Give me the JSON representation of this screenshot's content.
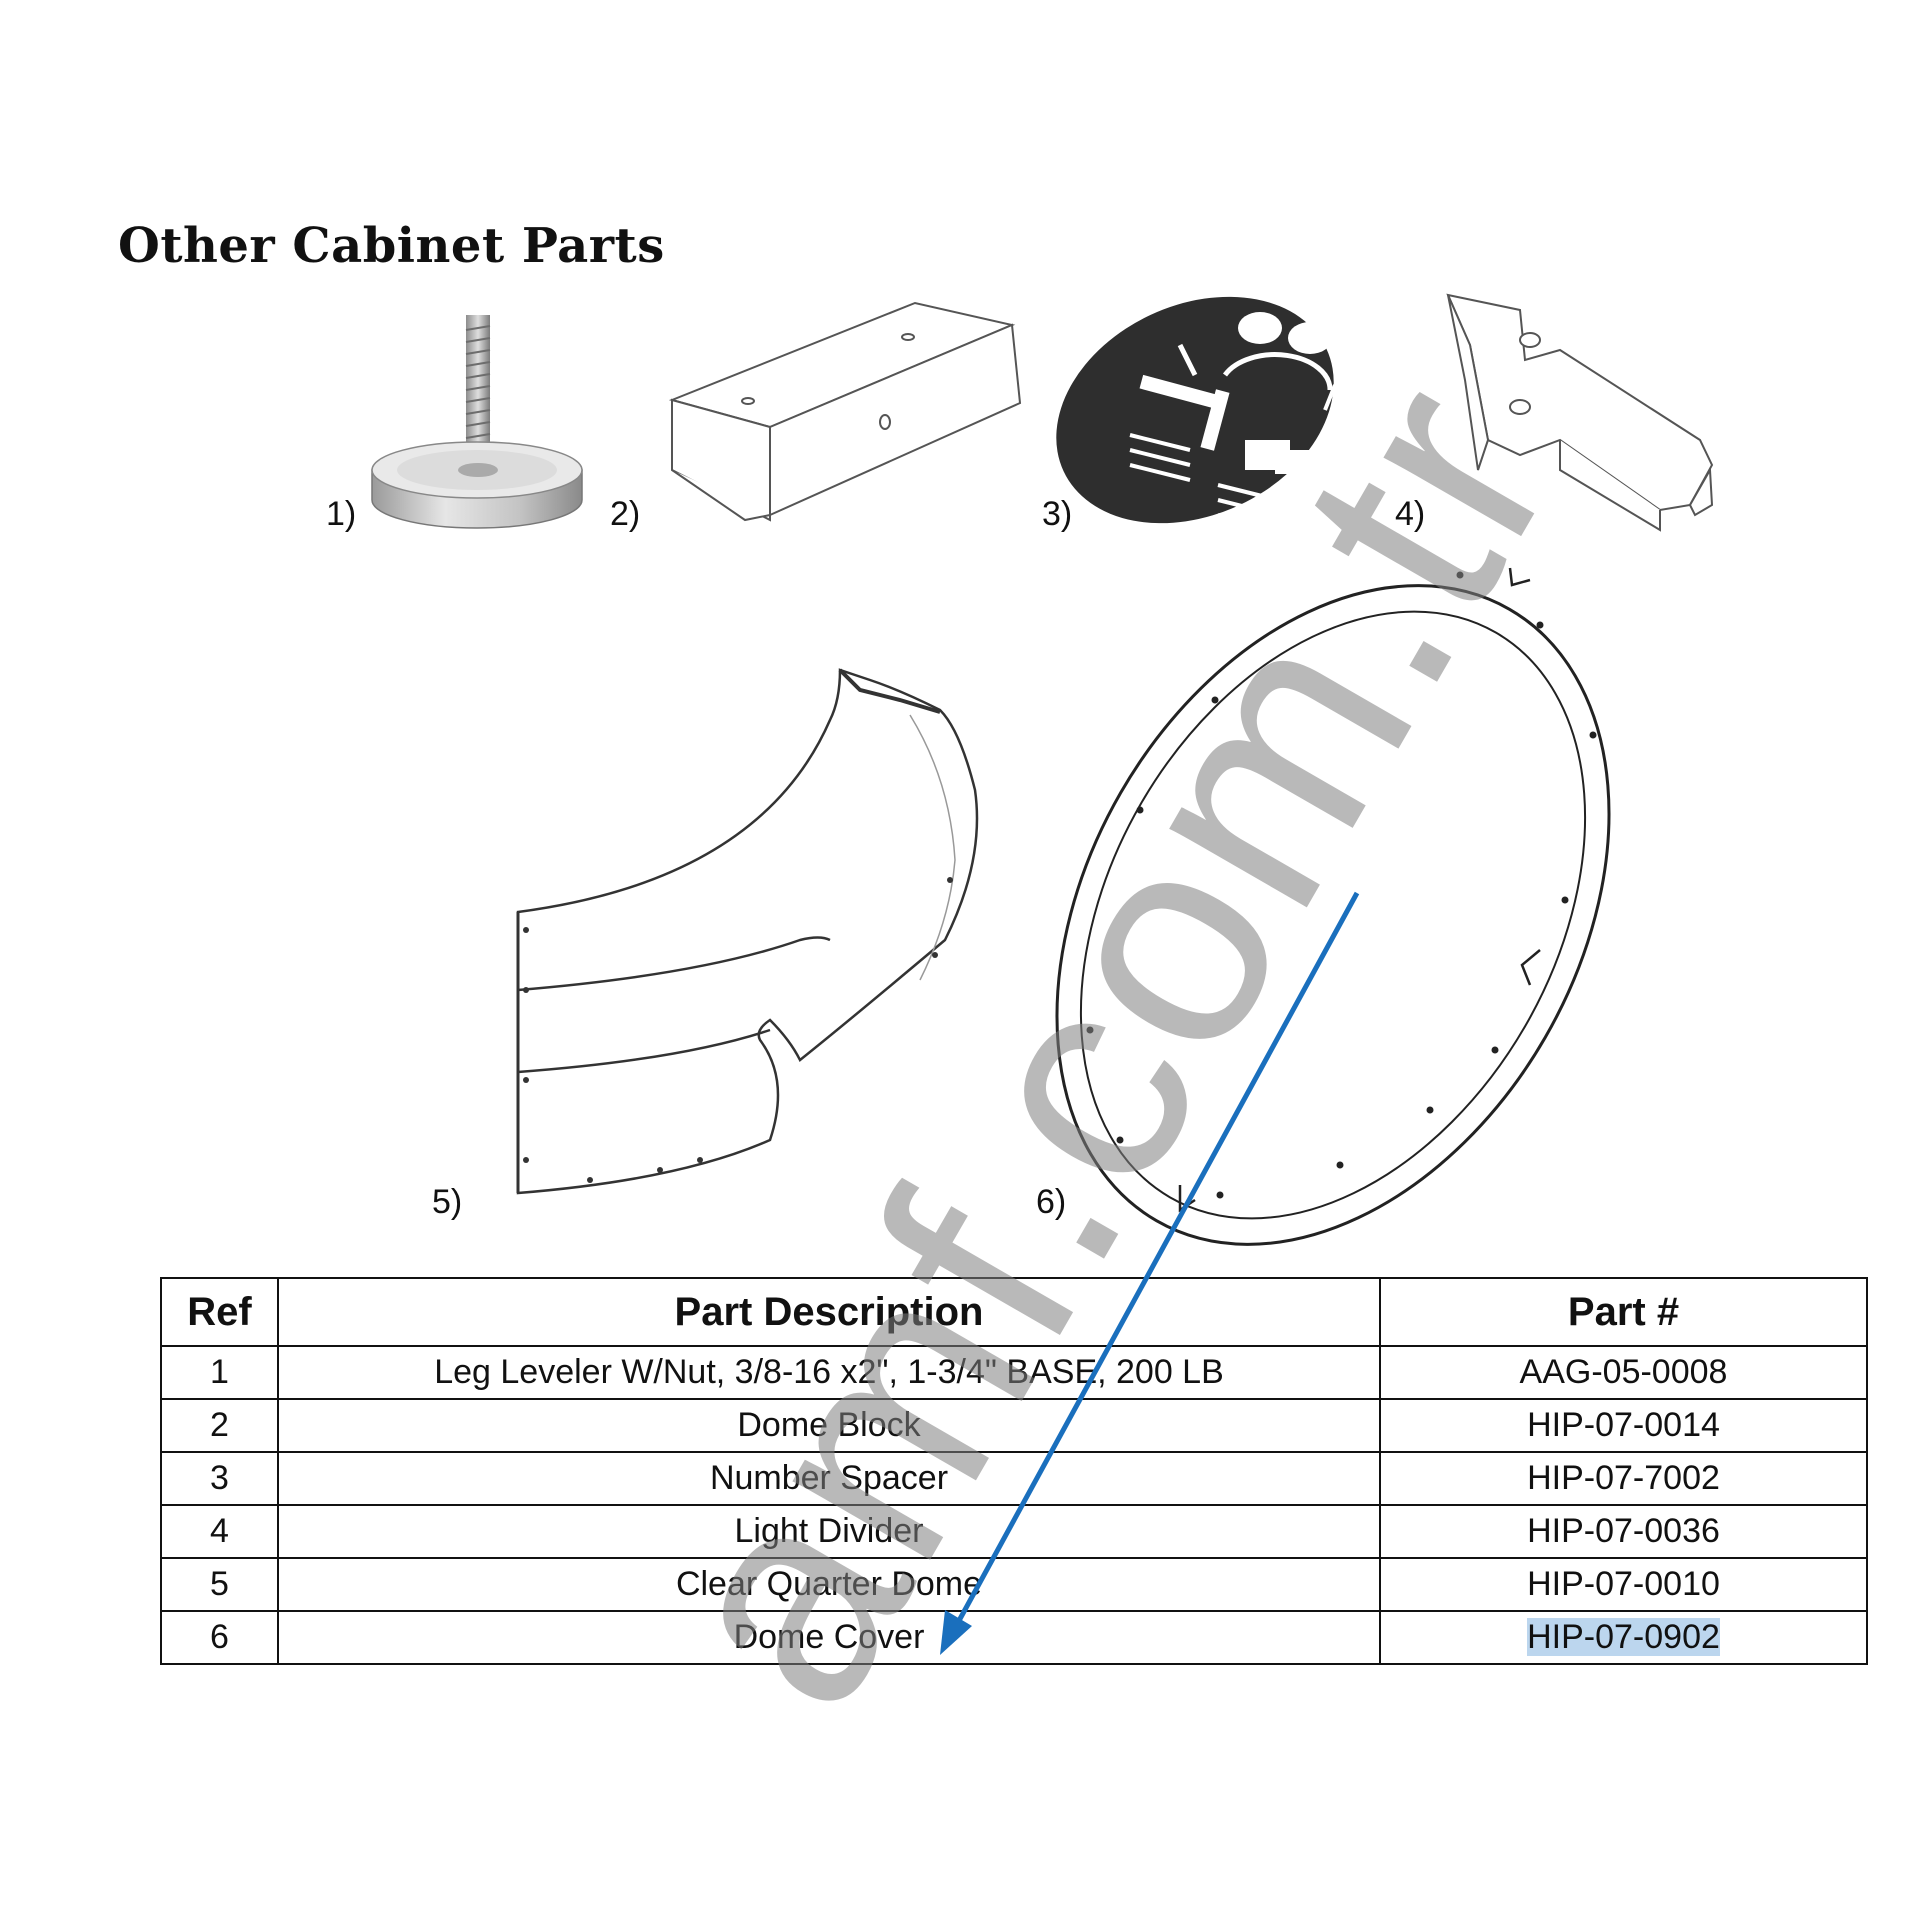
{
  "page": {
    "title": "Other Cabinet Parts"
  },
  "illustrations": {
    "labels": [
      "1)",
      "2)",
      "3)",
      "4)",
      "5)",
      "6)"
    ],
    "items": [
      {
        "ref": "1",
        "icon": "leg-leveler-icon"
      },
      {
        "ref": "2",
        "icon": "dome-block-icon"
      },
      {
        "ref": "3",
        "icon": "number-spacer-icon"
      },
      {
        "ref": "4",
        "icon": "light-divider-icon"
      },
      {
        "ref": "5",
        "icon": "clear-quarter-dome-icon"
      },
      {
        "ref": "6",
        "icon": "dome-cover-icon"
      }
    ]
  },
  "table": {
    "headers": [
      "Ref",
      "Part Description",
      "Part #"
    ],
    "rows": [
      [
        "1",
        "Leg Leveler W/Nut, 3/8-16 x2\", 1-3/4\" BASE, 200 LB",
        "AAG-05-0008"
      ],
      [
        "2",
        "Dome Block",
        "HIP-07-0014"
      ],
      [
        "3",
        "Number Spacer",
        "HIP-07-7002"
      ],
      [
        "4",
        "Light Divider",
        "HIP-07-0036"
      ],
      [
        "5",
        "Clear Quarter Dome",
        "HIP-07-0010"
      ],
      [
        "6",
        "Dome Cover",
        "HIP-07-0902"
      ]
    ],
    "highlighted_row": 6,
    "highlight_color": "#bcd6ee"
  },
  "annotation": {
    "arrow_color": "#1a6fbd",
    "points_to": "Dome Cover"
  },
  "watermark": {
    "text": "amf.com.tr",
    "color": "#808080"
  }
}
